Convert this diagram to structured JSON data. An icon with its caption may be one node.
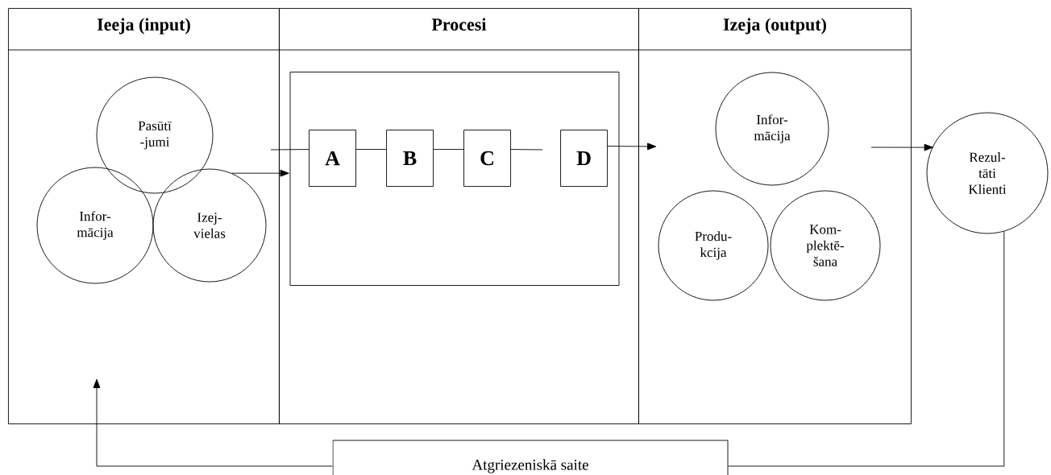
{
  "diagram": {
    "nodes": [
      {
        "text": [
          "Ieeja (input)"
        ]
      },
      {
        "text": [
          "Pasūtī -jumi"
        ],
        "in": 0
      },
      {
        "text": [
          "Infor- mācija"
        ],
        "in": 0
      },
      {
        "text": [
          "Izej- vielas"
        ],
        "in": 0
      },
      {
        "text": [
          "Procesi"
        ]
      },
      {
        "text": [],
        "shape": "box",
        "in": 4
      },
      {
        "text": [
          "A"
        ],
        "in": 5
      },
      {
        "text": [
          "B"
        ],
        "in": 5
      },
      {
        "text": [
          "C"
        ],
        "in": 5
      },
      {
        "text": [
          "D"
        ],
        "in": 5
      },
      {
        "text": [
          "Izeja (output)"
        ]
      },
      {
        "text": [
          "Infor- mācija"
        ],
        "in": 10
      },
      {
        "text": [
          "Produ- kcija"
        ],
        "in": 10
      },
      {
        "text": [
          "Kom- plektē- šana"
        ],
        "in": 10
      },
      {
        "text": [
          "Rezul- tāti Klienti"
        ]
      },
      {
        "text": [
          "Atgriezeniskā saite"
        ]
      }
    ],
    "edges": [
      {
        "from": 3,
        "to": 5,
        "arrow": "to"
      },
      {
        "from": 0,
        "to": 6,
        "arrow": "none"
      },
      {
        "from": 6,
        "to": 7,
        "arrow": "none"
      },
      {
        "from": 7,
        "to": 8,
        "arrow": "none"
      },
      {
        "from": 8,
        "to": null,
        "arrow": "none"
      },
      {
        "from": 9,
        "to": 10,
        "arrow": "to"
      },
      {
        "from": null,
        "to": 14,
        "arrow": "to"
      },
      {
        "from": 14,
        "to": 15,
        "arrow": "none"
      },
      {
        "from": 15,
        "to": 0,
        "arrow": "to"
      }
    ]
  }
}
